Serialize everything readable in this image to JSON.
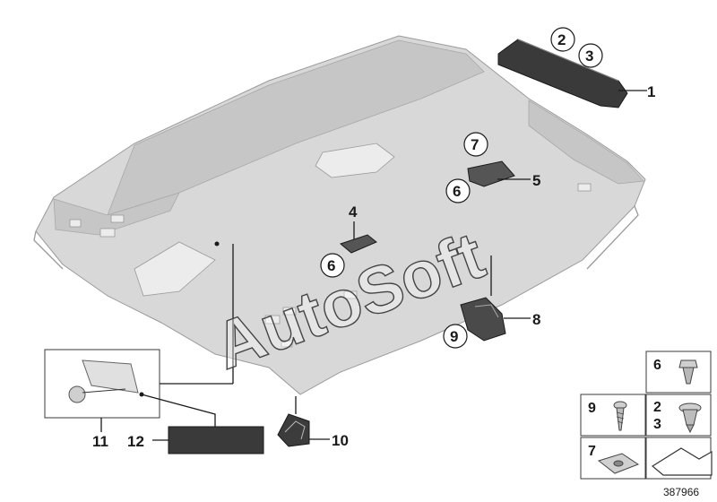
{
  "callouts": {
    "c1": "1",
    "c2": "2",
    "c3": "3",
    "c4": "4",
    "c5": "5",
    "c6a": "6",
    "c6b": "6",
    "c7": "7",
    "c8": "8",
    "c9": "9",
    "c10": "10",
    "c11": "11",
    "c12": "12"
  },
  "legend": {
    "k6": "6",
    "k9": "9",
    "k2": "2",
    "k3": "3",
    "k7": "7"
  },
  "watermark": "AutoSoft",
  "doc_number": "387966"
}
